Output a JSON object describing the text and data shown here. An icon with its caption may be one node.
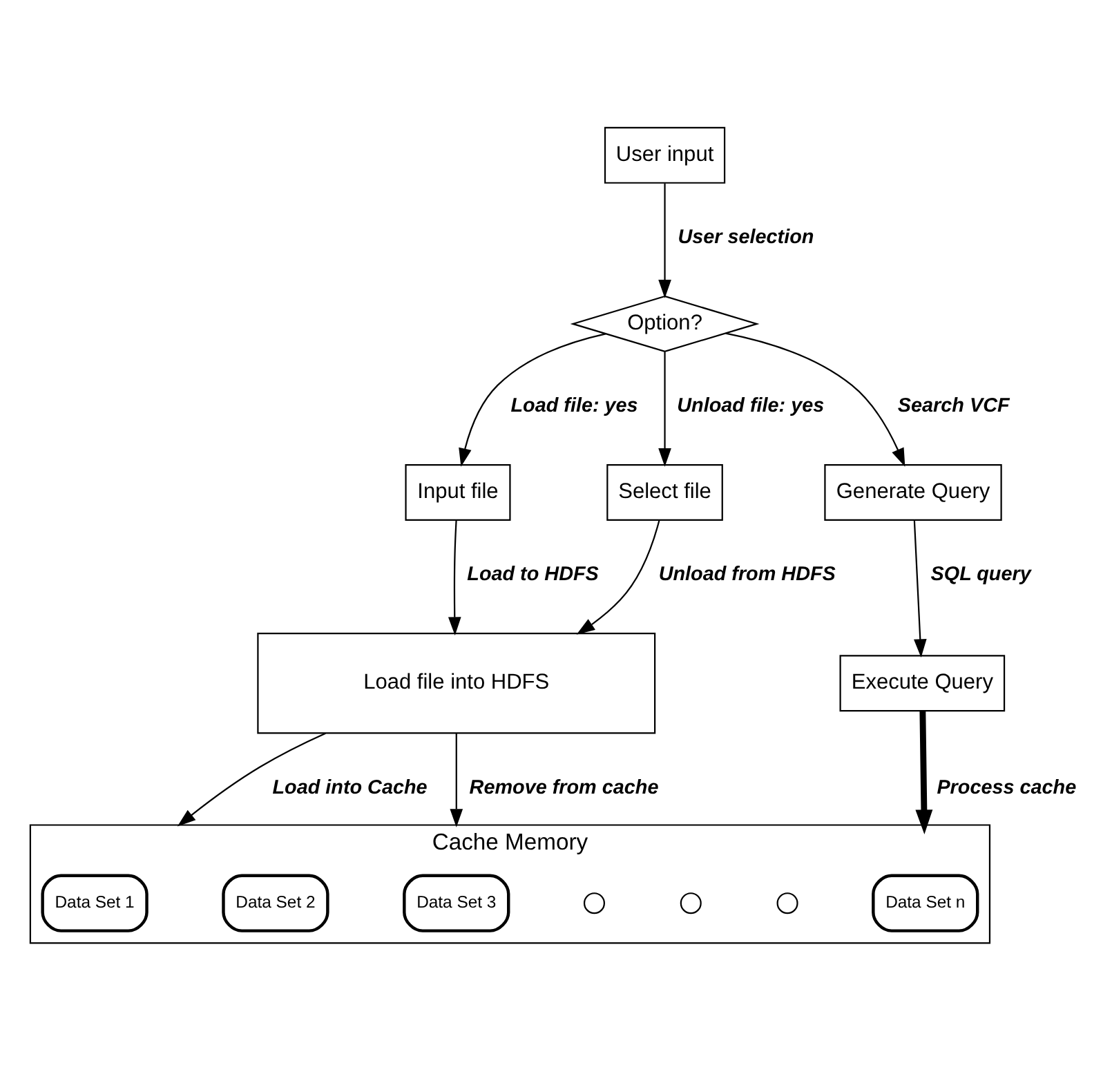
{
  "diagram": {
    "nodes": [
      {
        "text": [
          "User input"
        ]
      },
      {
        "text": [
          "Option?"
        ]
      },
      {
        "text": [
          "Input file"
        ]
      },
      {
        "text": [
          "Select file"
        ]
      },
      {
        "text": [
          "Generate Query"
        ]
      },
      {
        "text": [
          "Load file into HDFS"
        ]
      },
      {
        "text": [
          "Execute Query"
        ]
      },
      {
        "text": [
          "Cache Memory"
        ]
      },
      {
        "text": [
          "Data Set 1"
        ],
        "in": 7
      },
      {
        "text": [
          "Data Set 2"
        ],
        "in": 7
      },
      {
        "text": [
          "Data Set 3"
        ],
        "in": 7
      },
      {
        "text": [],
        "shape": "circle",
        "in": 7
      },
      {
        "text": [],
        "shape": "circle",
        "in": 7
      },
      {
        "text": [],
        "shape": "circle",
        "in": 7
      },
      {
        "text": [
          "Data Set n"
        ],
        "in": 7
      }
    ],
    "edges": [
      {
        "from": 0,
        "to": 1,
        "arrow": "to",
        "label": "User selection"
      },
      {
        "from": 1,
        "to": 2,
        "arrow": "to",
        "label": "Load file: yes"
      },
      {
        "from": 1,
        "to": 3,
        "arrow": "to",
        "label": "Unload file: yes"
      },
      {
        "from": 1,
        "to": 4,
        "arrow": "to",
        "label": "Search VCF"
      },
      {
        "from": 2,
        "to": 5,
        "arrow": "to",
        "label": "Load to HDFS"
      },
      {
        "from": 3,
        "to": 5,
        "arrow": "to",
        "label": "Unload from HDFS"
      },
      {
        "from": 4,
        "to": 6,
        "arrow": "to",
        "label": "SQL query"
      },
      {
        "from": 5,
        "to": 7,
        "arrow": "to",
        "label": "Load into Cache"
      },
      {
        "from": 5,
        "to": 7,
        "arrow": "to",
        "label": "Remove from cache"
      },
      {
        "from": 6,
        "to": 7,
        "arrow": "to",
        "label": "Process cache",
        "style": "thick"
      }
    ]
  }
}
